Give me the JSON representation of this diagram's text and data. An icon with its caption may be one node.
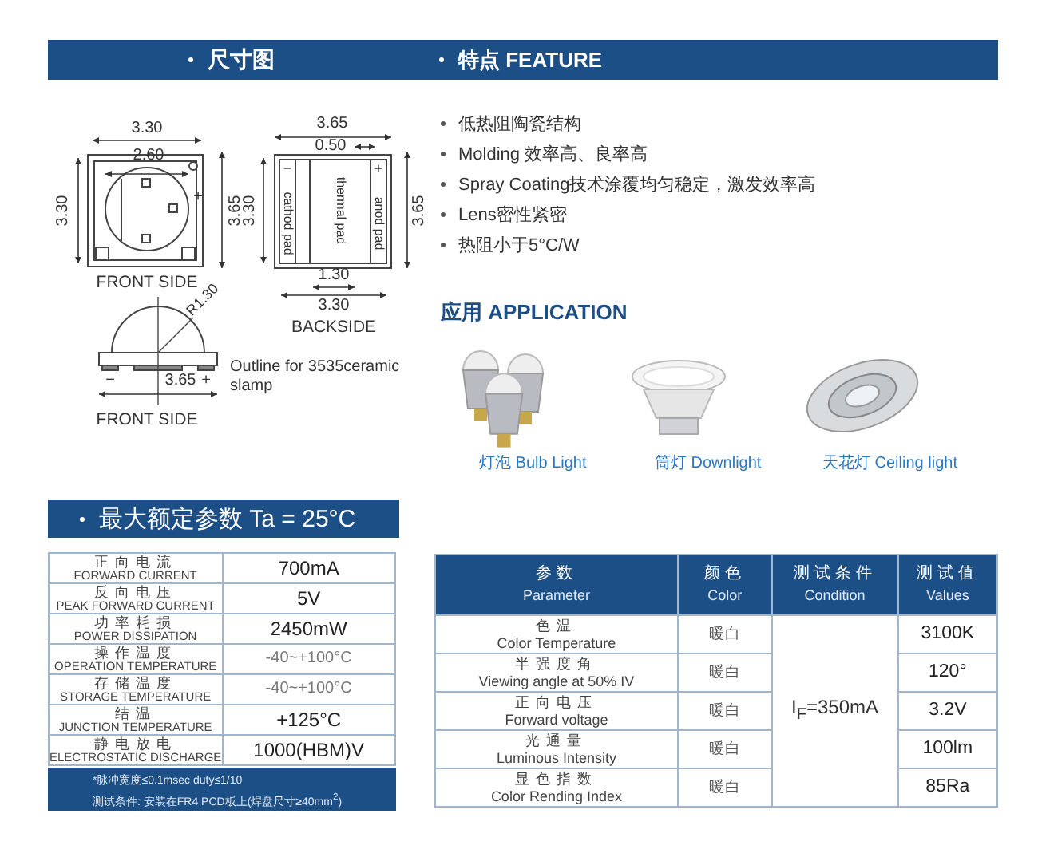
{
  "diagram": {
    "nodes": [
      {
        "text": [
          "尺寸图"
        ]
      },
      {
        "text": [
          "特点 FEATURE"
        ]
      },
      {
        "text": [
          "最大额定参数 Ta = 25°C"
        ]
      },
      {
        "text": [
          "*脉冲宽度≤0.1msec duty≤1/10",
          "测试条件: 安装在FR4 PCD板上(焊盘尺寸≥40mm$^{2}$)"
        ]
      }
    ],
    "labels": [
      "3.30",
      "2.60",
      "3.30",
      "3.65",
      "+",
      "FRONT SIDE",
      "3.65",
      "0.50",
      "3.30",
      "−",
      "cathod pad",
      "thermal pad",
      "+",
      "anod pad",
      "3.65",
      "1.30",
      "3.30",
      "BACKSIDE",
      "R1.30",
      "−",
      "+",
      "3.65",
      "Outline for 3535ceramic slamp",
      "FRONT SIDE",
      "低热阻陶瓷结构",
      "Molding 效率高、良率高",
      "Spray Coating技术涂覆均匀稳定，激发效率高",
      "Lens密性紧密",
      "热阻小于5°C/W",
      "应用 APPLICATION",
      "灯泡 Bulb Light",
      "筒灯 Downlight",
      "天花灯 Ceiling light",
      "正向电流",
      "FORWARD CURRENT",
      "700mA",
      "反向电压",
      "PEAK FORWARD CURRENT",
      "5V",
      "功率耗损",
      "POWER DISSIPATION",
      "2450mW",
      "操作温度",
      "OPERATION TEMPERATURE",
      "-40~+100°C",
      "存储温度",
      "STORAGE TEMPERATURE",
      "-40~+100°C",
      "结温",
      "JUNCTION TEMPERATURE",
      "+125°C",
      "静电放电",
      "ELECTROSTATIC DISCHARGE",
      "1000(HBM)V",
      "参数",
      "Parameter",
      "颜色",
      "Color",
      "测试条件",
      "Condition",
      "测试值",
      "Values",
      "色温",
      "Color Temperature",
      "暖白",
      "I$_{F}$=350mA",
      "3100K",
      "半强度角",
      "Viewing angle at 50% IV",
      "暖白",
      "120°",
      "正向电压",
      "Forward voltage",
      "暖白",
      "3.2V",
      "光通量",
      "Luminous Intensity",
      "暖白",
      "100lm",
      "显色指数",
      "Color Rending Index",
      "暖白",
      "85Ra"
    ]
  }
}
